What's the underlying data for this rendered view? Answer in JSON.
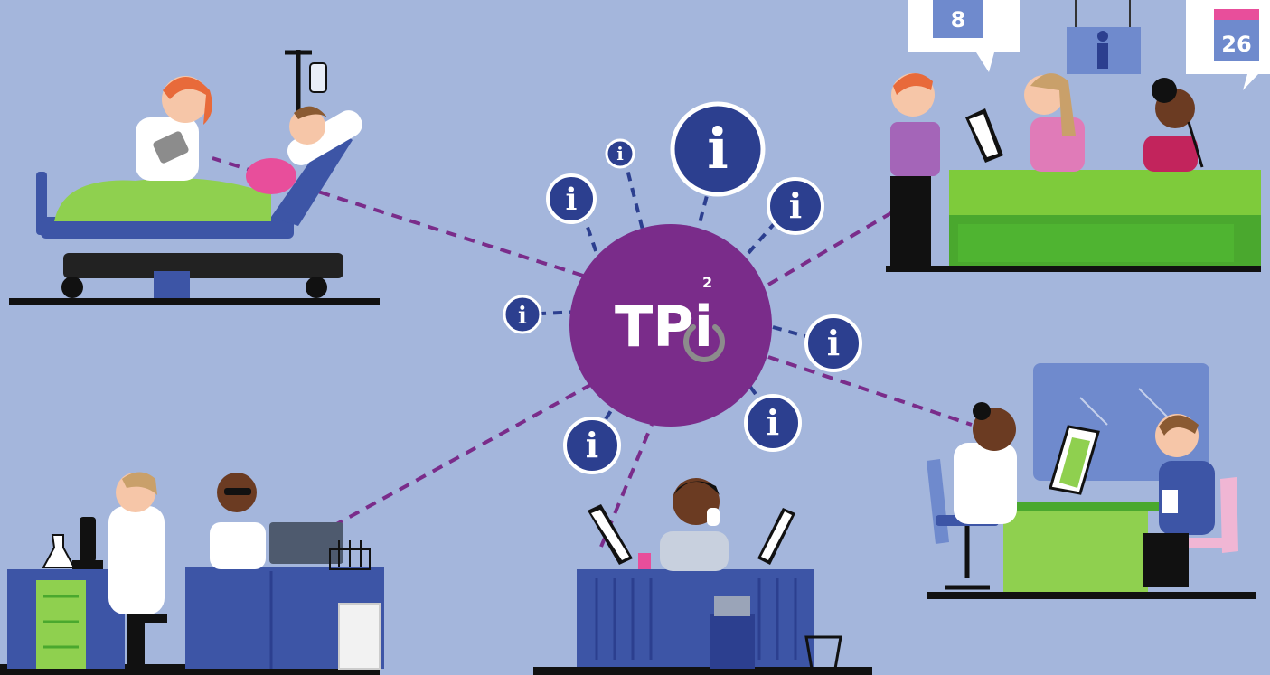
{
  "hub": {
    "label": "TPi",
    "superscript": "2",
    "color": "#7a2c8a"
  },
  "info_nodes": {
    "glyph": "i",
    "color": "#2c3f8f"
  },
  "speech_bubbles": {
    "left_number": "8",
    "right_number": "26"
  },
  "colors": {
    "background": "#a4b6dc",
    "purple_link": "#7a2c8a",
    "blue_link": "#2c3f8f",
    "desk_blue": "#3d55a6",
    "desk_green": "#7ecb3b"
  },
  "scenes": [
    {
      "name": "hospital-bed-scene"
    },
    {
      "name": "reception-desk-scene"
    },
    {
      "name": "laboratory-scene"
    },
    {
      "name": "call-center-scene"
    },
    {
      "name": "consultation-scene"
    }
  ]
}
